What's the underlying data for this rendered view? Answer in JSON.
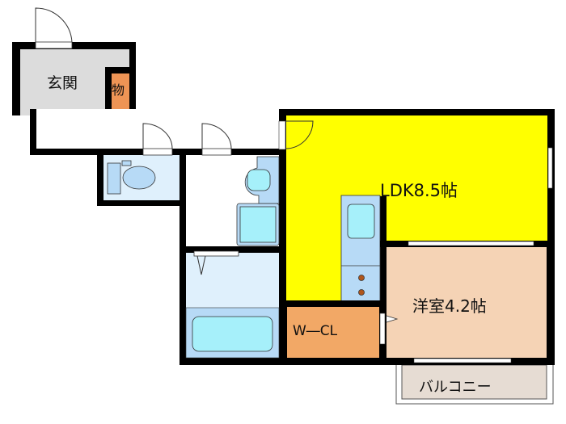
{
  "rooms": {
    "entrance": "玄関",
    "storage": "物",
    "ldk": "LDK8.5帖",
    "western_room": "洋室4.2帖",
    "walk_in_closet": "W―CL",
    "balcony": "バルコニー"
  },
  "colors": {
    "wall": "#000000",
    "entrance": "#dcdcdc",
    "storage": "#ee9455",
    "ldk": "#ffff00",
    "western_room": "#f5d3b5",
    "walk_in_closet": "#f2a866",
    "wet_area": "#dff0fc",
    "fixture": "#b7daf6",
    "fixture_inner": "#a6f0fa",
    "balcony": "#e6dcd3"
  }
}
